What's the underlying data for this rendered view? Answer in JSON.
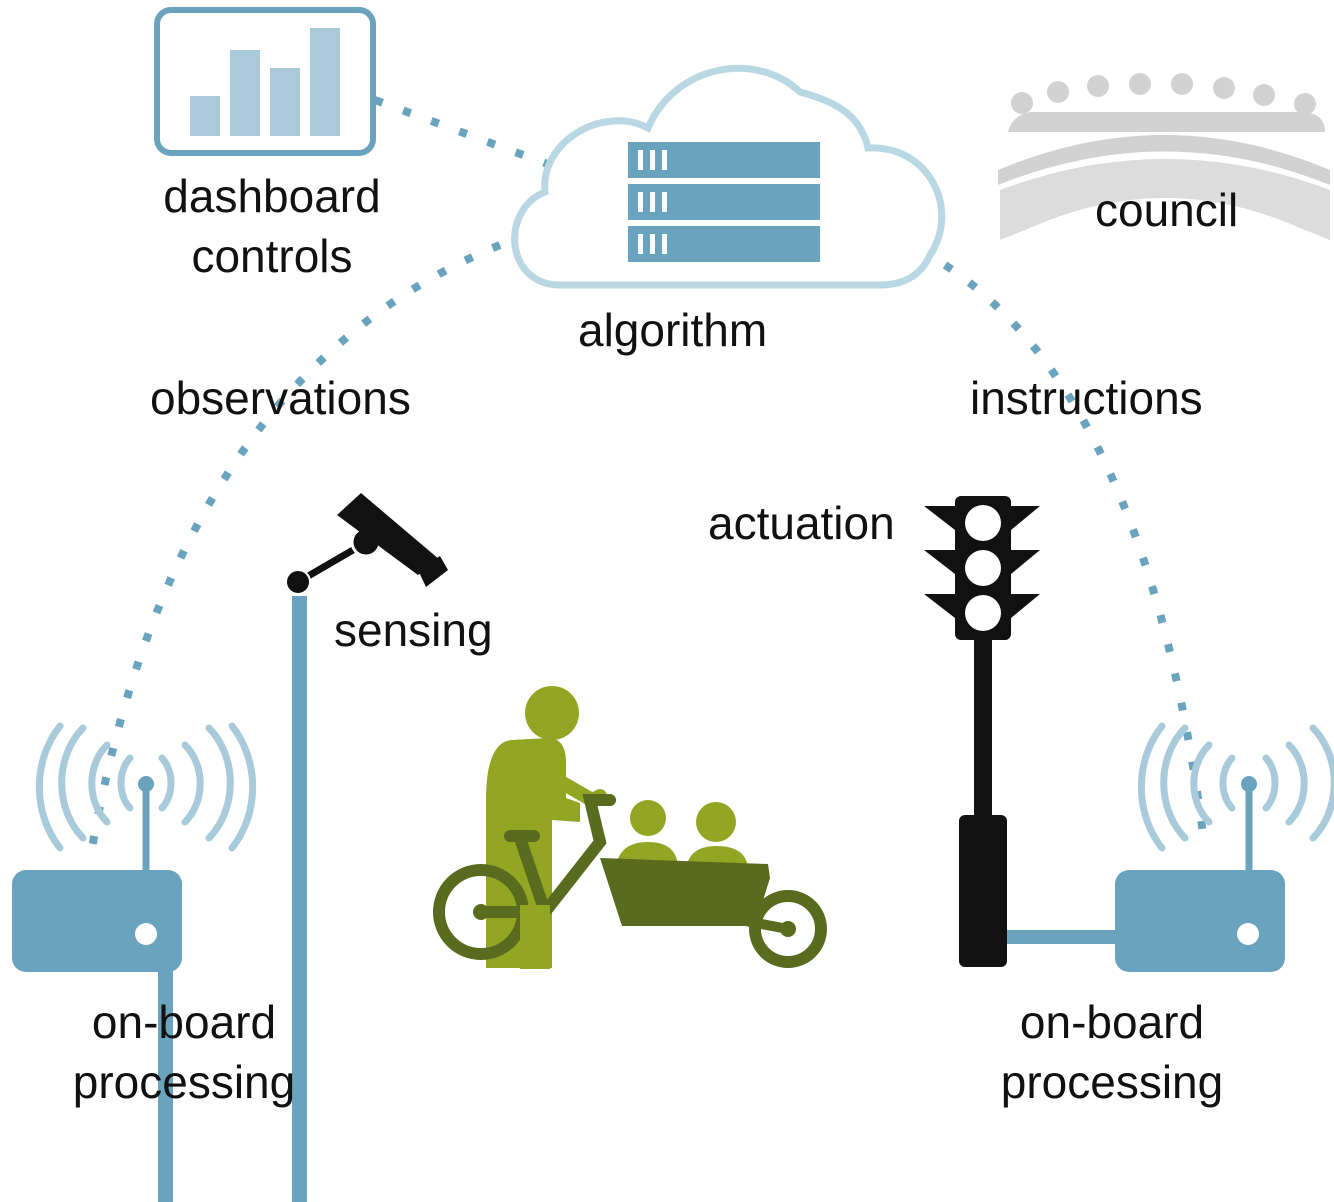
{
  "labels": {
    "dashboard": [
      "dashboard",
      "controls"
    ],
    "algorithm": "algorithm",
    "council": "council",
    "observations": "observations",
    "instructions": "instructions",
    "actuation": "actuation",
    "sensing": "sensing",
    "onboard_left": [
      "on-board",
      "processing"
    ],
    "onboard_right": [
      "on-board",
      "processing"
    ]
  },
  "icons": {
    "dashboard": "bar-chart-icon",
    "algorithm": "cloud-server-icon",
    "council": "council-chamber-icon",
    "camera": "security-camera-icon",
    "traffic_light": "traffic-light-icon",
    "cargo_bike": "cargo-bike-icon",
    "router": "wireless-router-icon"
  },
  "colors": {
    "steel_blue": "#6aa3bd",
    "light_blue": "#a9cada",
    "cloud_outline": "#b9d8e4",
    "council_gray": "#d2d2d2",
    "bike_dark_green": "#5a6a1e",
    "bike_light_green": "#93a624",
    "black": "#111111"
  }
}
